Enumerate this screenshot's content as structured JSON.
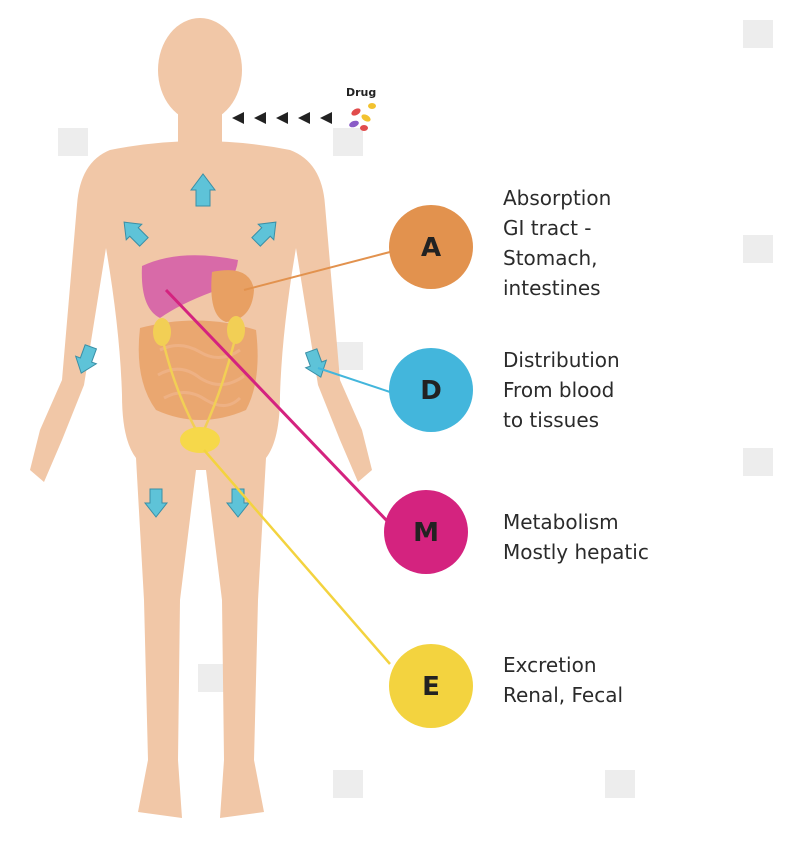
{
  "drug_label": "Drug",
  "stages": [
    {
      "letter": "A",
      "color": "#e2924e",
      "lines": [
        "Absorption",
        "GI tract -",
        "Stomach,",
        "intestines"
      ]
    },
    {
      "letter": "D",
      "color": "#43b6dc",
      "lines": [
        "Distribution",
        "From blood",
        "to tissues"
      ]
    },
    {
      "letter": "M",
      "color": "#d4237f",
      "lines": [
        "Metabolism",
        "Mostly hepatic"
      ]
    },
    {
      "letter": "E",
      "color": "#f3d33f",
      "lines": [
        "Excretion",
        "Renal, Fecal"
      ]
    }
  ],
  "colors": {
    "skin": "#f1c7a7",
    "arrow": "#5ec3d8",
    "liver": "#d86aa8",
    "stomach": "#e8a063",
    "intestine": "#e9a36a",
    "kidney": "#f2cf55",
    "bladder": "#f6d84a"
  }
}
